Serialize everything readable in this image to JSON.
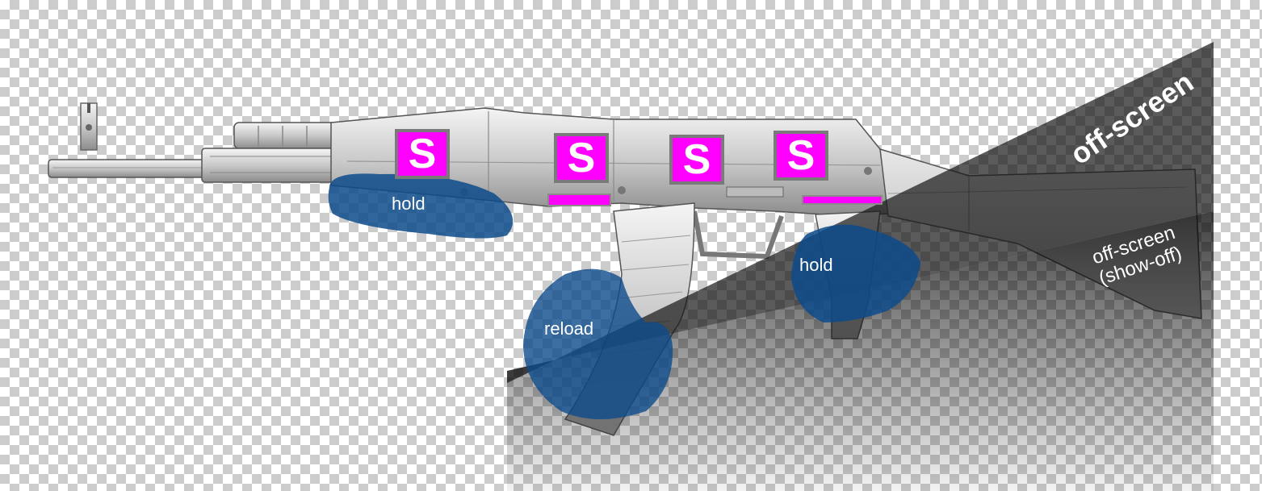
{
  "slots": [
    {
      "label": "S"
    },
    {
      "label": "S"
    },
    {
      "label": "S"
    },
    {
      "label": "S"
    }
  ],
  "zones": {
    "handguard": {
      "label": "hold"
    },
    "magazine": {
      "label": "reload"
    },
    "grip": {
      "label": "hold"
    }
  },
  "regions": {
    "offscreen": {
      "label": "off-screen"
    },
    "showoff": {
      "line1": "off-screen",
      "line2": "(show-off)"
    }
  },
  "colors": {
    "marker": "#ff00ff",
    "zone": "#0d4b8c",
    "region": "#1a1a1a"
  }
}
